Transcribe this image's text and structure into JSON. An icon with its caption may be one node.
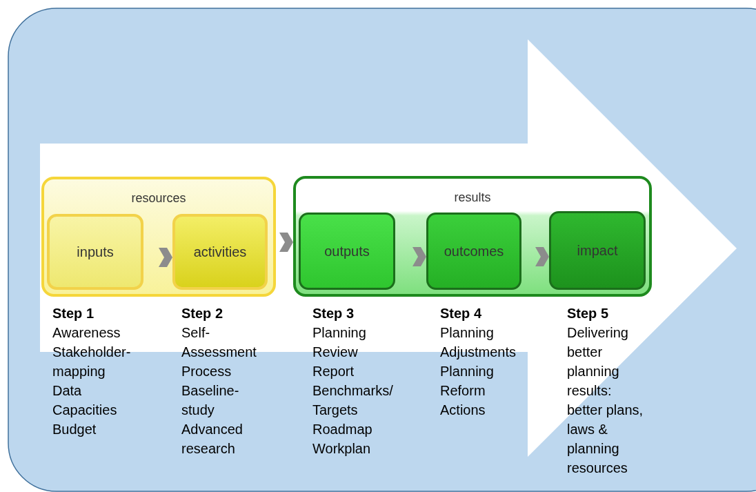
{
  "diagram": {
    "nodes": [
      {
        "text": [
          "resources"
        ]
      },
      {
        "text": [
          "inputs"
        ],
        "in": 0,
        "beside": [
          "Step 1",
          "Awareness",
          "Stakeholder-mapping",
          "Data",
          "Capacities",
          "Budget"
        ]
      },
      {
        "text": [
          "activities"
        ],
        "in": 0,
        "beside": [
          "Step 2",
          "Self-Assessment Process",
          "Baseline-study",
          "Advanced research"
        ]
      },
      {
        "text": [
          "results"
        ]
      },
      {
        "text": [
          "outputs"
        ],
        "in": 3,
        "beside": [
          "Step 3",
          "Planning Review Report",
          "Benchmarks/Targets",
          "Roadmap",
          "Workplan"
        ]
      },
      {
        "text": [
          "outcomes"
        ],
        "in": 3,
        "beside": [
          "Step 4",
          "Planning Adjustments",
          "Planning Reform Actions"
        ]
      },
      {
        "text": [
          "impact"
        ],
        "in": 3,
        "beside": [
          "Step 5",
          "Delivering better planning results: better plans, laws & planning resources"
        ]
      }
    ],
    "edges": [
      {
        "from": 1,
        "to": 2,
        "arrow": "to"
      },
      {
        "from": 0,
        "to": 3,
        "arrow": "to"
      },
      {
        "from": 4,
        "to": 5,
        "arrow": "to"
      },
      {
        "from": 5,
        "to": 6,
        "arrow": "to"
      }
    ]
  }
}
